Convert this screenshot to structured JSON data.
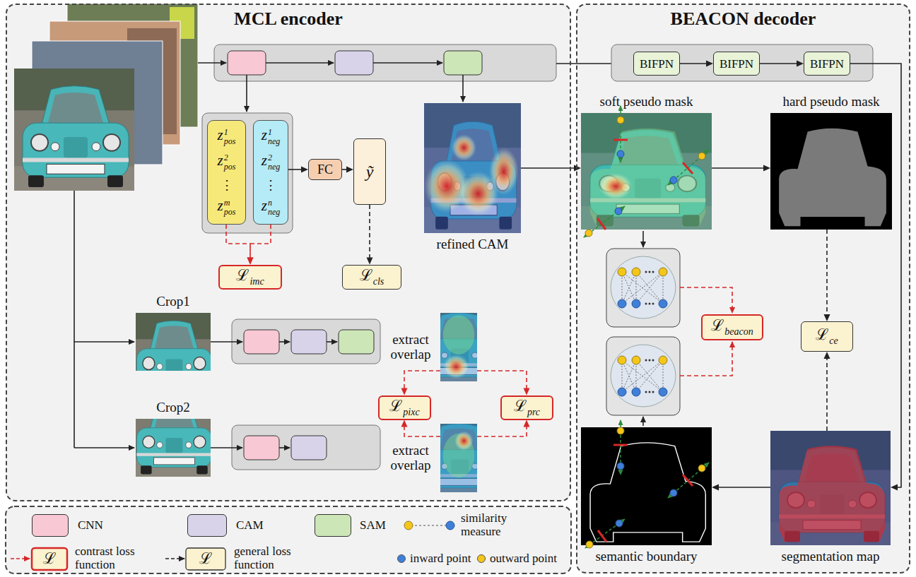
{
  "diagram": {
    "nodes": [
      {
        "text": [
          "MCL encoder"
        ]
      },
      {
        "text": [
          "BEACON decoder"
        ]
      },
      {
        "text": [
          "z",
          "1",
          "pos",
          "z",
          "2",
          "pos",
          "⋮",
          "z",
          "m",
          "pos"
        ],
        "in": 0
      },
      {
        "text": [
          "z",
          "1",
          "neg",
          "z",
          "2",
          "neg",
          "⋮",
          "z",
          "n",
          "neg"
        ],
        "in": 0
      },
      {
        "text": [
          "FC"
        ],
        "in": 0
      },
      {
        "text": [
          "ỹ"
        ],
        "in": 0
      },
      {
        "text": [
          "ℒ",
          "imc"
        ],
        "in": 0
      },
      {
        "text": [
          "ℒ",
          "cls"
        ],
        "in": 0
      },
      {
        "text": [
          "refined CAM"
        ],
        "in": 0
      },
      {
        "text": [
          "Crop1"
        ],
        "in": 0
      },
      {
        "text": [
          "Crop2"
        ],
        "in": 0
      },
      {
        "text": [
          "extract overlap"
        ],
        "in": 0
      },
      {
        "text": [
          "extract overlap"
        ],
        "in": 0
      },
      {
        "text": [
          "ℒ",
          "pixc"
        ],
        "in": 0
      },
      {
        "text": [
          "ℒ",
          "prc"
        ],
        "in": 0
      },
      {
        "text": [
          "BIFPN"
        ],
        "in": 1
      },
      {
        "text": [
          "BIFPN"
        ],
        "in": 1
      },
      {
        "text": [
          "BIFPN"
        ],
        "in": 1
      },
      {
        "text": [
          "soft pseudo mask"
        ],
        "in": 1
      },
      {
        "text": [
          "hard pseudo mask"
        ],
        "in": 1
      },
      {
        "text": [
          "ℒ",
          "beacon"
        ],
        "in": 1
      },
      {
        "text": [
          "ℒ",
          "ce"
        ],
        "in": 1
      },
      {
        "text": [
          "semantic boundary"
        ],
        "in": 1
      },
      {
        "text": [
          "segmentation map"
        ],
        "in": 1
      }
    ],
    "edges": [
      {
        "from": 3,
        "to": 4,
        "arrow": "to"
      },
      {
        "from": 4,
        "to": 5,
        "arrow": "to"
      },
      {
        "from": 5,
        "to": 7,
        "arrow": "to"
      },
      {
        "from": 2,
        "to": 6,
        "arrow": "to"
      },
      {
        "from": 3,
        "to": 6,
        "arrow": "to"
      },
      {
        "from": 8,
        "to": 18,
        "arrow": "to"
      },
      {
        "from": 15,
        "to": 16,
        "arrow": "to"
      },
      {
        "from": 16,
        "to": 17,
        "arrow": "to"
      },
      {
        "from": 18,
        "to": 19,
        "arrow": "to"
      },
      {
        "from": 19,
        "to": 21,
        "arrow": "to"
      },
      {
        "from": 23,
        "to": 21,
        "arrow": "to"
      },
      {
        "from": 23,
        "to": 22,
        "arrow": "to"
      },
      {
        "from": 17,
        "to": 23,
        "arrow": "to"
      },
      {
        "from": 11,
        "to": 13,
        "arrow": "to"
      },
      {
        "from": 12,
        "to": 13,
        "arrow": "to"
      },
      {
        "from": 11,
        "to": 14,
        "arrow": "to"
      },
      {
        "from": 12,
        "to": 14,
        "arrow": "to"
      }
    ],
    "labels": [
      "ℒ",
      "ℒ"
    ],
    "legend": [
      {
        "text": "CNN",
        "color": "#f8c8d4"
      },
      {
        "text": "CAM",
        "color": "#d9d3ea"
      },
      {
        "text": "SAM",
        "color": "#cde6b8"
      },
      {
        "text": "similarity measure"
      },
      {
        "text": "contrast loss function"
      },
      {
        "text": "general loss function"
      },
      {
        "text": "inward point",
        "color": "#3f7fd9"
      },
      {
        "text": "outward point",
        "color": "#f5c518"
      }
    ]
  }
}
